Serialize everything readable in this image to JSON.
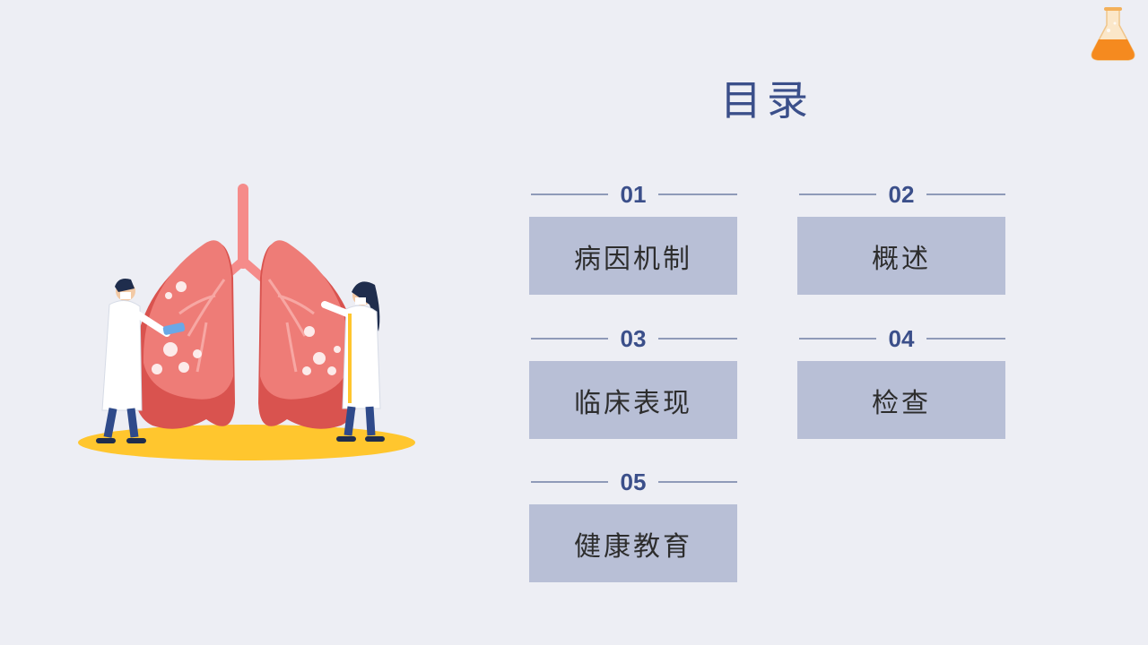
{
  "title": "目录",
  "items": [
    {
      "number": "01",
      "label": "病因机制"
    },
    {
      "number": "02",
      "label": "概述"
    },
    {
      "number": "03",
      "label": "临床表现"
    },
    {
      "number": "04",
      "label": "检查"
    },
    {
      "number": "05",
      "label": "健康教育"
    }
  ],
  "icons": {
    "corner": "flask-icon",
    "illustration": "lungs-doctors-illustration"
  },
  "colors": {
    "background": "#edeef4",
    "accent": "#3b4f8a",
    "box": "#b8bfd6",
    "lung": "#e9726e",
    "ground": "#ffc62e",
    "flask": "#f58a1f"
  }
}
